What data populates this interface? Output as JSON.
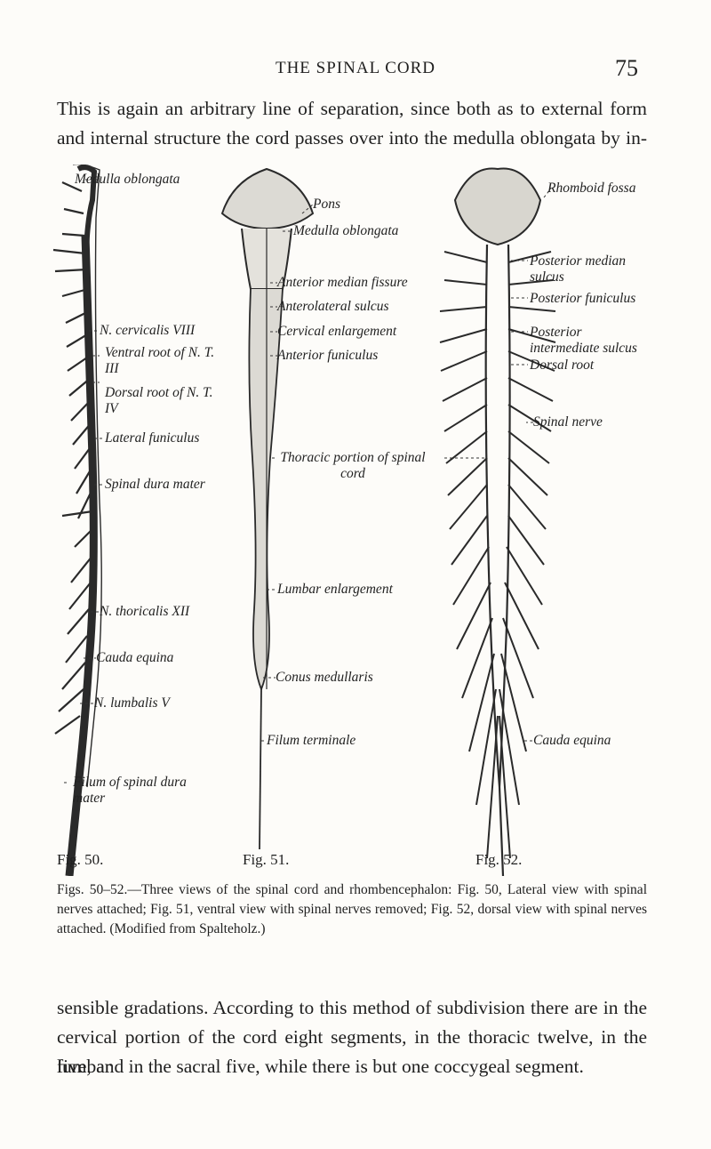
{
  "header": {
    "title": "THE SPINAL CORD",
    "page_number": "75"
  },
  "text": {
    "para1_line1": "This is again an arbitrary line of separation, since both as to external form",
    "para1_line2": "and internal structure the cord passes over into the medulla oblongata by in-",
    "para2_line1": "sensible gradations. According to this method of subdivision there are in the",
    "para2_line2": "cervical portion of the cord eight segments, in the thoracic twelve, in the lumbar",
    "para2_line3": "five, and in the sacral five, while there is but one coccygeal segment."
  },
  "figure": {
    "fig50_labels": {
      "medulla": "Medulla oblongata",
      "cervicalis": "N. cervicalis VIII",
      "ventral_root": "Ventral root of N. T. III",
      "dorsal_root": "Dorsal root of N. T. IV",
      "lateral_funiculus": "Lateral funiculus",
      "dura_mater": "Spinal dura mater",
      "thoracalis": "N. thoricalis XII",
      "cauda": "Cauda equina",
      "lumbalis": "N. lumbalis V",
      "filum_dura": "Filum of spinal dura mater"
    },
    "fig51_labels": {
      "pons": "Pons",
      "medulla": "Medulla oblongata",
      "anterior_fissure": "Anterior median fissure",
      "anterolateral": "Anterolateral sulcus",
      "cervical_enl": "Cervical enlargement",
      "anterior_fun": "Anterior funiculus",
      "thoracic": "Thoracic portion of spinal cord",
      "lumbar": "Lumbar enlargement",
      "conus": "Conus medullaris",
      "filum": "Filum terminale"
    },
    "fig52_labels": {
      "rhomboid": "Rhomboid fossa",
      "post_median": "Posterior median sulcus",
      "post_funiculus": "Posterior funiculus",
      "post_intermediate": "Posterior intermediate sulcus",
      "dorsal_root": "Dorsal root",
      "spinal_nerve": "Spinal nerve",
      "cauda": "Cauda equina"
    },
    "fig_numbers": [
      "Fig. 50.",
      "Fig. 51.",
      "Fig. 52."
    ]
  },
  "caption": "Figs. 50–52.—Three views of the spinal cord and rhombencephalon: Fig. 50, Lateral view with spinal nerves attached; Fig. 51, ventral view with spinal nerves removed; Fig. 52, dorsal view with spinal nerves attached. (Modified from Spalteholz.)"
}
